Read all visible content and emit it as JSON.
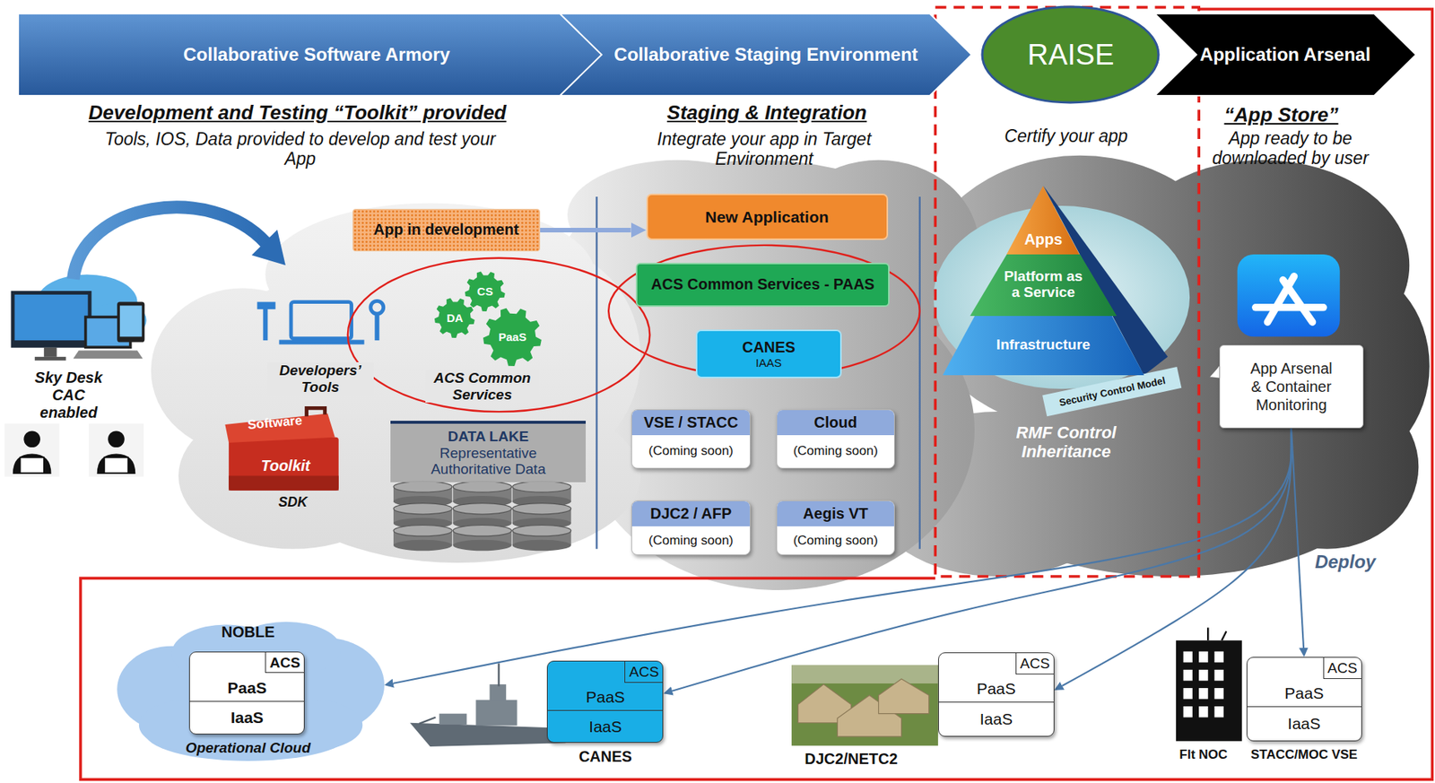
{
  "diagram": {
    "nodes": [
      {
        "text": [
          "Collaborative Software Armory"
        ]
      },
      {
        "text": [
          "Collaborative Staging Environment"
        ]
      },
      {
        "text": [
          "RAISE"
        ]
      },
      {
        "text": [
          "Application Arsenal"
        ]
      },
      {
        "text": [
          "App in development"
        ]
      },
      {
        "text": [
          "CS"
        ]
      },
      {
        "text": [
          "DA"
        ]
      },
      {
        "text": [
          "PaaS"
        ]
      },
      {
        "text": [
          "DATA LAKE",
          "Representative Authoritative Data"
        ]
      },
      {
        "text": [
          "New Application"
        ]
      },
      {
        "text": [
          "ACS Common Services - PAAS"
        ]
      },
      {
        "text": [
          "CANES",
          "IAAS"
        ]
      },
      {
        "text": [
          "VSE / STACC",
          "(Coming soon)"
        ]
      },
      {
        "text": [
          "Cloud",
          "(Coming soon)"
        ]
      },
      {
        "text": [
          "DJC2 / AFP",
          "(Coming soon)"
        ]
      },
      {
        "text": [
          "Aegis VT",
          "(Coming soon)"
        ]
      },
      {
        "text": [
          "Apps"
        ]
      },
      {
        "text": [
          "Platform as a Service"
        ]
      },
      {
        "text": [
          "Infrastructure"
        ]
      },
      {
        "text": [
          "App Arsenal & Container Monitoring"
        ]
      },
      {
        "text": [
          "NOBLE",
          "Operational Cloud"
        ]
      },
      {
        "text": [
          "ACS",
          "PaaS",
          "IaaS"
        ],
        "in": 20
      },
      {
        "text": [
          "ACS",
          "PaaS",
          "IaaS",
          "CANES"
        ]
      },
      {
        "text": [
          "ACS",
          "PaaS",
          "IaaS"
        ]
      },
      {
        "text": [
          "ACS",
          "PaaS",
          "IaaS"
        ]
      }
    ],
    "edges": [
      {
        "from": 4,
        "to": 9,
        "arrow": "to"
      },
      {
        "from": 19,
        "to": 20,
        "arrow": "to"
      },
      {
        "from": 19,
        "to": 22,
        "arrow": "to"
      },
      {
        "from": 19,
        "to": 23,
        "arrow": "to"
      },
      {
        "from": 19,
        "to": 24,
        "arrow": "to"
      }
    ],
    "labels": [
      "Development and Testing “Toolkit” provided",
      "Tools, IOS, Data provided to develop and test your App",
      "Staging & Integration",
      "Integrate your app in Target Environment",
      "Certify your app",
      "“App Store”",
      "App ready to be downloaded by user",
      "Sky Desk CAC enabled",
      "Developers’ Tools",
      "ACS Common Services",
      "Software",
      "Toolkit",
      "SDK",
      "Security Control Model",
      "RMF Control Inheritance",
      "Deploy",
      "DJC2/NETC2",
      "Flt NOC",
      "STACC/MOC VSE"
    ]
  }
}
